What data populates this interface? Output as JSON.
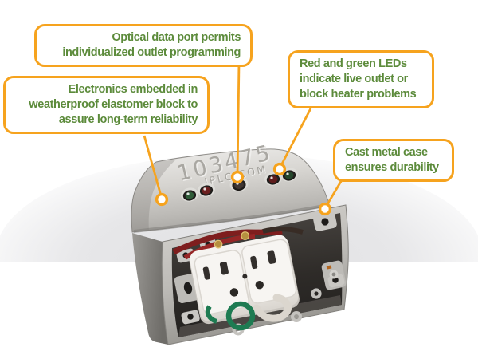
{
  "callouts": [
    {
      "id": "optical-port",
      "lines": [
        "Optical data port permits",
        "individualized outlet programming"
      ]
    },
    {
      "id": "electronics",
      "lines": [
        "Electronics embedded in",
        "weatherproof elastomer block to",
        "assure long-term reliability"
      ]
    },
    {
      "id": "leds",
      "lines": [
        "Red and green LEDs",
        "indicate live outlet or",
        "block heater problems"
      ]
    },
    {
      "id": "cast-metal",
      "lines": [
        "Cast metal case",
        "ensures durability"
      ]
    }
  ],
  "device": {
    "embossed_number": "103475",
    "embossed_brand": "IPLC.COM",
    "led_colors": [
      "green",
      "red",
      "dark",
      "red",
      "green"
    ]
  },
  "colors": {
    "callout_border": "#F6A31E",
    "callout_text": "#5C8B3B",
    "leader_line": "#F6A31E",
    "marker_fill": "#FFFFFF",
    "led_green": "#2F5C38",
    "led_red": "#6B1F1F",
    "metal_light": "#E8E7E4",
    "metal_dark": "#8F8D89"
  }
}
